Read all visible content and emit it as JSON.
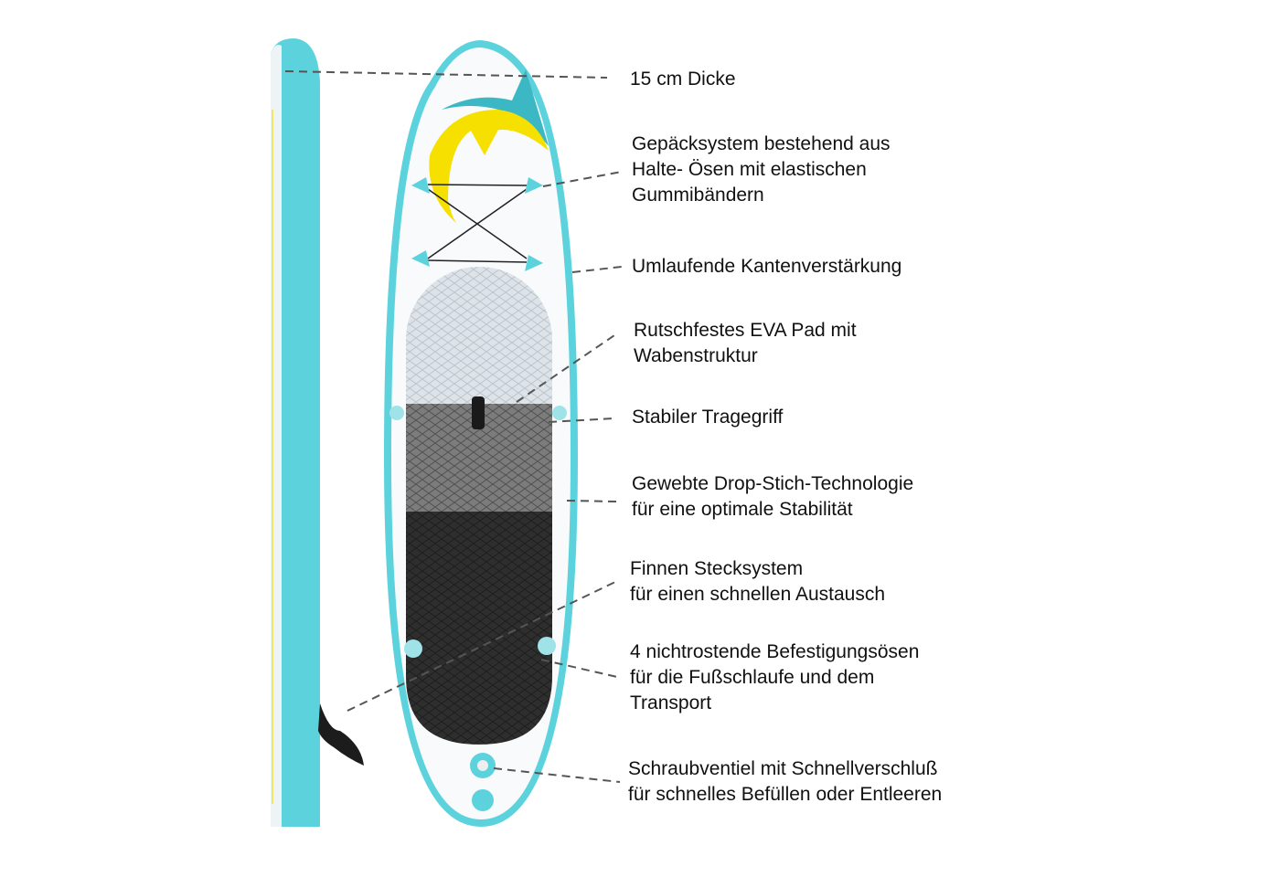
{
  "colors": {
    "teal": "#5cd3dc",
    "teal_dark": "#3cb8c4",
    "yellow": "#f5e000",
    "pad_light": "#dde3e8",
    "pad_mid": "#7c7c7c",
    "pad_dark": "#2e2e2e",
    "leader": "#555555"
  },
  "labels": [
    {
      "id": "thickness",
      "lines": [
        "15 cm Dicke"
      ]
    },
    {
      "id": "luggage",
      "lines": [
        "Gepäcksystem bestehend aus",
        "Halte- Ösen mit elastischen",
        "Gummibändern"
      ]
    },
    {
      "id": "edge",
      "lines": [
        "Umlaufende Kantenverstärkung"
      ]
    },
    {
      "id": "pad",
      "lines": [
        "Rutschfestes EVA Pad mit",
        "Wabenstruktur"
      ]
    },
    {
      "id": "handle",
      "lines": [
        "Stabiler Tragegriff"
      ]
    },
    {
      "id": "dropstitch",
      "lines": [
        "Gewebte Drop-Stich-Technologie",
        "für eine optimale Stabilität"
      ]
    },
    {
      "id": "fin",
      "lines": [
        "Finnen Stecksystem",
        "für einen schnellen Austausch"
      ]
    },
    {
      "id": "rings",
      "lines": [
        "4 nichtrostende Befestigungsösen",
        "für die Fußschlaufe und dem",
        "Transport"
      ]
    },
    {
      "id": "valve",
      "lines": [
        "Schraubventiel mit Schnellverschluß",
        "für schnelles Befüllen oder Entleeren"
      ]
    }
  ]
}
